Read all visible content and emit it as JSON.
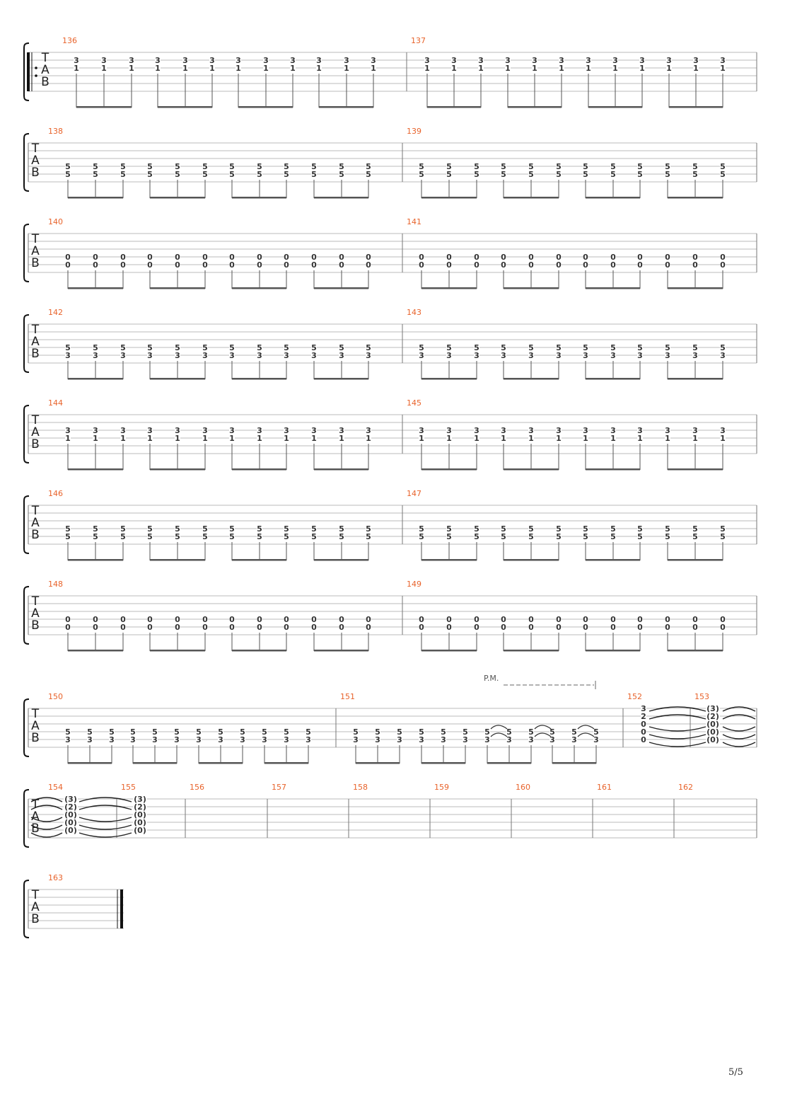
{
  "page": {
    "number": "5/5"
  },
  "colors": {
    "measure_number": "#e8632b",
    "line": "#bbbbbb",
    "note": "#333333",
    "beam": "#555555"
  },
  "tab_label": [
    "T",
    "A",
    "B"
  ],
  "annotations": {
    "palm_mute": "P.M."
  },
  "systems": [
    {
      "measures": [
        {
          "number": "136",
          "chord": [
            "3",
            "1"
          ]
        },
        {
          "number": "137",
          "chord": [
            "3",
            "1"
          ]
        }
      ]
    },
    {
      "measures": [
        {
          "number": "138",
          "chord": [
            "5",
            "5"
          ]
        },
        {
          "number": "139",
          "chord": [
            "5",
            "5"
          ]
        }
      ]
    },
    {
      "measures": [
        {
          "number": "140",
          "chord": [
            "0",
            "0"
          ]
        },
        {
          "number": "141",
          "chord": [
            "0",
            "0"
          ]
        }
      ]
    },
    {
      "measures": [
        {
          "number": "142",
          "chord": [
            "5",
            "3"
          ]
        },
        {
          "number": "143",
          "chord": [
            "5",
            "3"
          ]
        }
      ]
    },
    {
      "measures": [
        {
          "number": "144",
          "chord": [
            "3",
            "1"
          ]
        },
        {
          "number": "145",
          "chord": [
            "3",
            "1"
          ]
        }
      ]
    },
    {
      "measures": [
        {
          "number": "146",
          "chord": [
            "5",
            "5"
          ]
        },
        {
          "number": "147",
          "chord": [
            "5",
            "5"
          ]
        }
      ]
    },
    {
      "measures": [
        {
          "number": "148",
          "chord": [
            "0",
            "0"
          ]
        },
        {
          "number": "149",
          "chord": [
            "0",
            "0"
          ]
        }
      ]
    },
    {
      "measures": [
        {
          "number": "150",
          "chord": [
            "5",
            "3"
          ]
        },
        {
          "number": "151",
          "chord": [
            "5",
            "3"
          ]
        },
        {
          "number": "152",
          "chord": [
            "3",
            "2",
            "0",
            "0",
            "0"
          ]
        },
        {
          "number": "153",
          "chord": [
            "(3)",
            "(2)",
            "(0)",
            "(0)",
            "(0)"
          ]
        }
      ]
    },
    {
      "measures": [
        {
          "number": "154",
          "chord": [
            "(3)",
            "(2)",
            "(0)",
            "(0)",
            "(0)"
          ]
        },
        {
          "number": "155",
          "chord": [
            "(3)",
            "(2)",
            "(0)",
            "(0)",
            "(0)"
          ]
        },
        {
          "number": "156"
        },
        {
          "number": "157"
        },
        {
          "number": "158"
        },
        {
          "number": "159"
        },
        {
          "number": "160"
        },
        {
          "number": "161"
        },
        {
          "number": "162"
        }
      ]
    },
    {
      "measures": [
        {
          "number": "163"
        }
      ]
    }
  ]
}
